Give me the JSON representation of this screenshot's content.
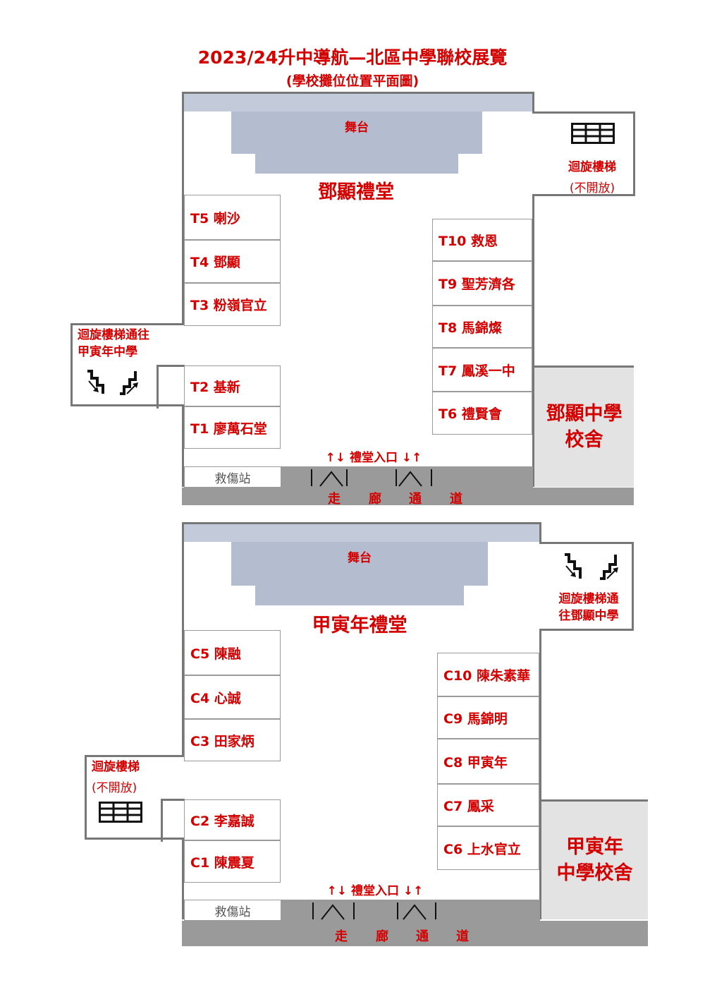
{
  "title": "2023/24升中導航—北區中學聯校展覽",
  "subtitle": "(學校攤位位置平面圖)",
  "hall1": {
    "stage": "舞台",
    "hall_name": "鄧顯禮堂",
    "left_booths": [
      "T5 喇沙",
      "T4 鄧顯",
      "T3 粉嶺官立",
      "T2 基新",
      "T1 廖萬石堂"
    ],
    "right_booths": [
      "T10 救恩",
      "T9 聖芳濟各",
      "T8 馬錦燦",
      "T7 鳳溪一中",
      "T6 禮賢會"
    ],
    "right_stair": {
      "label": "迴旋樓梯",
      "note": "(不開放)",
      "icon": "closed-stair-icon"
    },
    "left_stair": {
      "label_line1": "迴旋樓梯通往",
      "label_line2": "甲寅年中學",
      "icon": "stairs-up-down-icon"
    },
    "entrance": "↑↓ 禮堂入口 ↓↑",
    "first_aid": "救傷站",
    "corridor": [
      "走",
      "廊",
      "通",
      "道"
    ],
    "building_line1": "鄧顯中學",
    "building_line2": "校舍"
  },
  "hall2": {
    "stage": "舞台",
    "hall_name": "甲寅年禮堂",
    "left_booths": [
      "C5 陳融",
      "C4 心誠",
      "C3 田家炳",
      "C2 李嘉誠",
      "C1 陳震夏"
    ],
    "right_booths": [
      "C10 陳朱素華",
      "C9 馬錦明",
      "C8 甲寅年",
      "C7 鳳采",
      "C6 上水官立"
    ],
    "right_stair": {
      "label_line1": "迴旋樓梯通",
      "label_line2": "往鄧顯中學",
      "icon": "stairs-up-down-icon"
    },
    "left_stair": {
      "label": "迴旋樓梯",
      "note": "(不開放)",
      "icon": "closed-stair-icon"
    },
    "entrance": "↑↓ 禮堂入口 ↓↑",
    "first_aid": "救傷站",
    "corridor": [
      "走",
      "廊",
      "通",
      "道"
    ],
    "building_line1": "甲寅年",
    "building_line2": "中學校舍"
  },
  "colors": {
    "accent": "#d40000",
    "wall": "#777777",
    "stage": "#b4bccf",
    "corridor": "#9a9a9a",
    "building": "#e3e3e3"
  }
}
